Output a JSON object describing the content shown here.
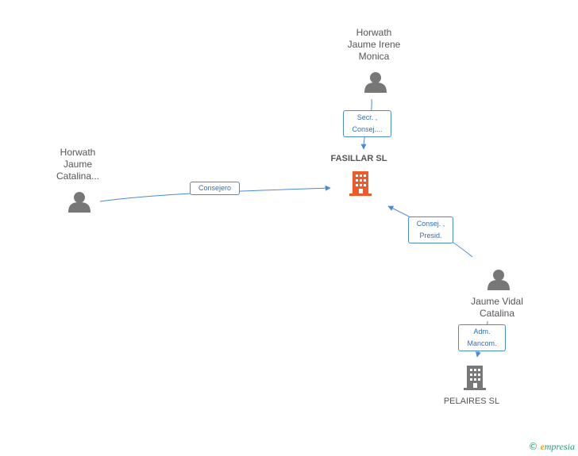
{
  "nodes": {
    "person_top": {
      "label": "Horwath\nJaume Irene\nMonica"
    },
    "person_left": {
      "label": "Horwath\nJaume\nCatalina..."
    },
    "person_right": {
      "label": "Jaume Vidal\nCatalina"
    },
    "company_main": {
      "label": "FASILLAR SL"
    },
    "company_other": {
      "label": "PELAIRES SL"
    }
  },
  "edges": {
    "top_to_main": {
      "label": "Secr. ,\nConsej...."
    },
    "left_to_main": {
      "label": "Consejero"
    },
    "right_to_main": {
      "label": "Consej. ,\nPresid."
    },
    "right_to_other": {
      "label": "Adm.\nMancom."
    }
  },
  "colors": {
    "person_icon": "#777777",
    "main_company_icon": "#f05a28",
    "other_company_icon": "#777777",
    "edge_line": "#4a8ad6",
    "edge_text": "#2f6fba"
  },
  "footer": {
    "copyright_symbol": "©",
    "brand_first_letter": "e",
    "brand_rest": "mpresia"
  }
}
